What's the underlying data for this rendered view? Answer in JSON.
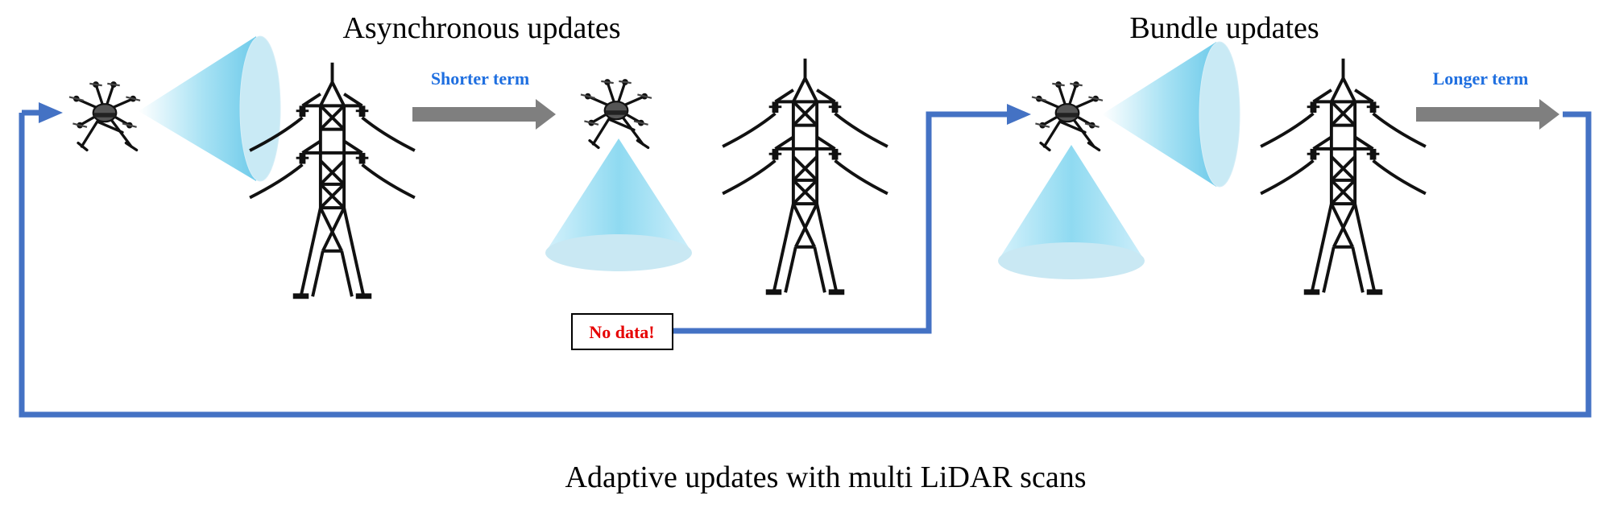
{
  "titles": {
    "async": "Asynchronous updates",
    "bundle": "Bundle updates",
    "bottom": "Adaptive updates with multi LiDAR scans"
  },
  "arrows": {
    "shorter": "Shorter term",
    "longer": "Longer term"
  },
  "status": {
    "no_data": "No data!"
  },
  "icons": {
    "drone": "drone-icon",
    "tower": "transmission-tower-icon",
    "scan": "lidar-scan-cone-icon"
  },
  "colors": {
    "flow_line": "#4472c4",
    "term_label": "#1f6fe0",
    "no_data_text": "#e60000",
    "term_arrow": "#7f7f7f",
    "scan_cone": "#7fd3ef"
  }
}
